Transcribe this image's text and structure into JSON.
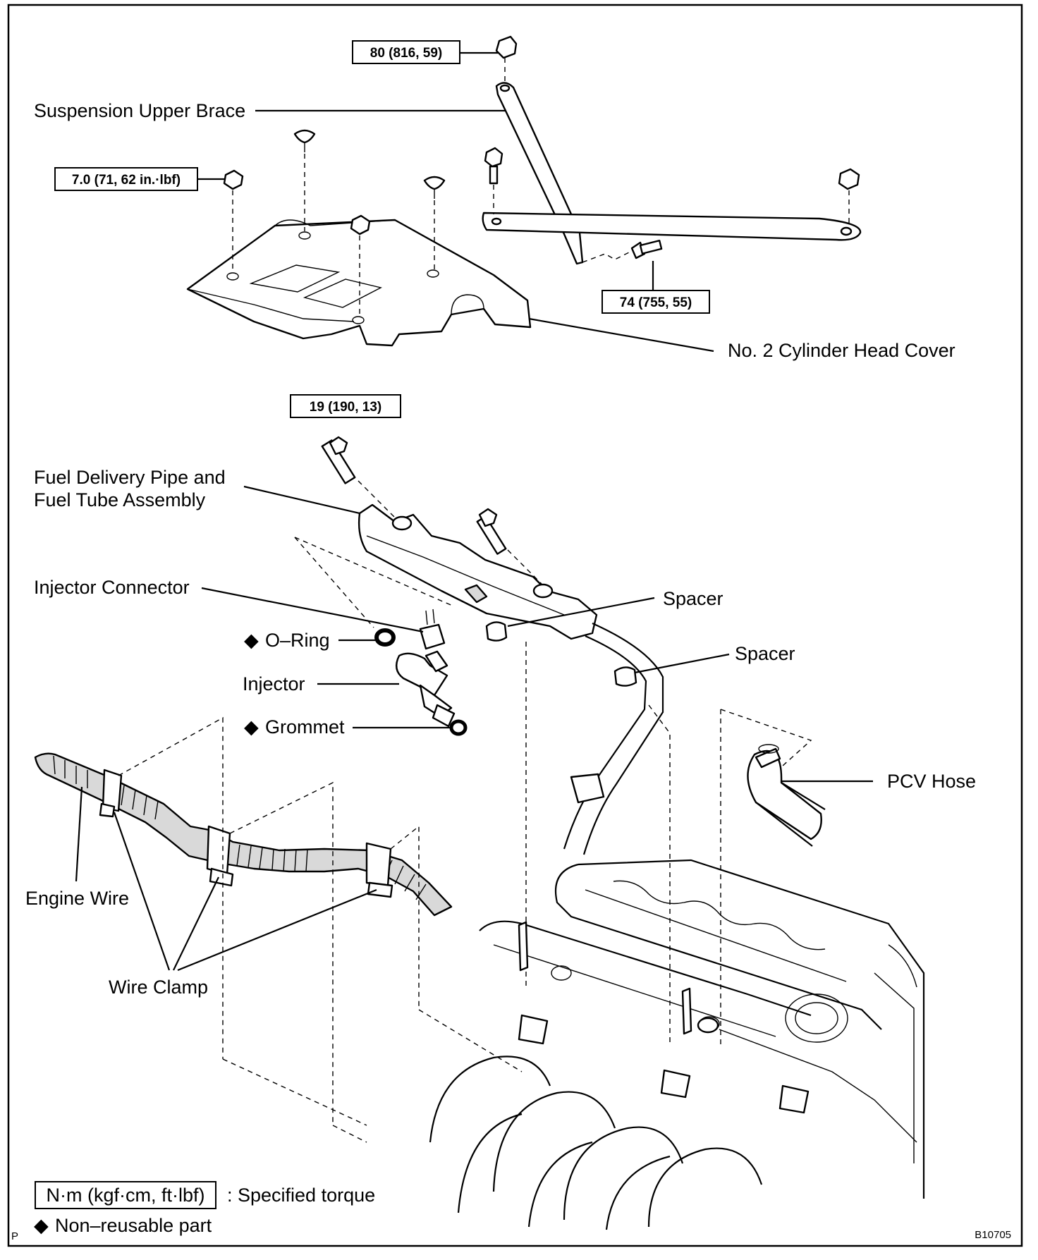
{
  "labels": {
    "suspension_brace": "Suspension Upper Brace",
    "cylinder_head_cover": "No. 2 Cylinder Head Cover",
    "fuel_pipe_line1": "Fuel Delivery Pipe and",
    "fuel_pipe_line2": "Fuel Tube Assembly",
    "injector_connector": "Injector Connector",
    "o_ring": "O–Ring",
    "injector": "Injector",
    "grommet": "Grommet",
    "spacer_1": "Spacer",
    "spacer_2": "Spacer",
    "pcv_hose": "PCV Hose",
    "engine_wire": "Engine Wire",
    "wire_clamp": "Wire Clamp"
  },
  "torques": {
    "brace_nut": "80 (816, 59)",
    "cover_nut": "7.0 (71, 62 in.·lbf)",
    "brace_bolt": "74 (755, 55)",
    "pipe_bolt": "19 (190, 13)"
  },
  "legend": {
    "torque_units": "N·m (kgf·cm, ft·lbf)",
    "torque_desc": ": Specified torque",
    "nonreusable": "Non–reusable part",
    "diamond": "◆"
  },
  "footer": {
    "page_letter": "P",
    "figure_code": "B10705"
  },
  "icons": [
    "diamond-icon"
  ]
}
